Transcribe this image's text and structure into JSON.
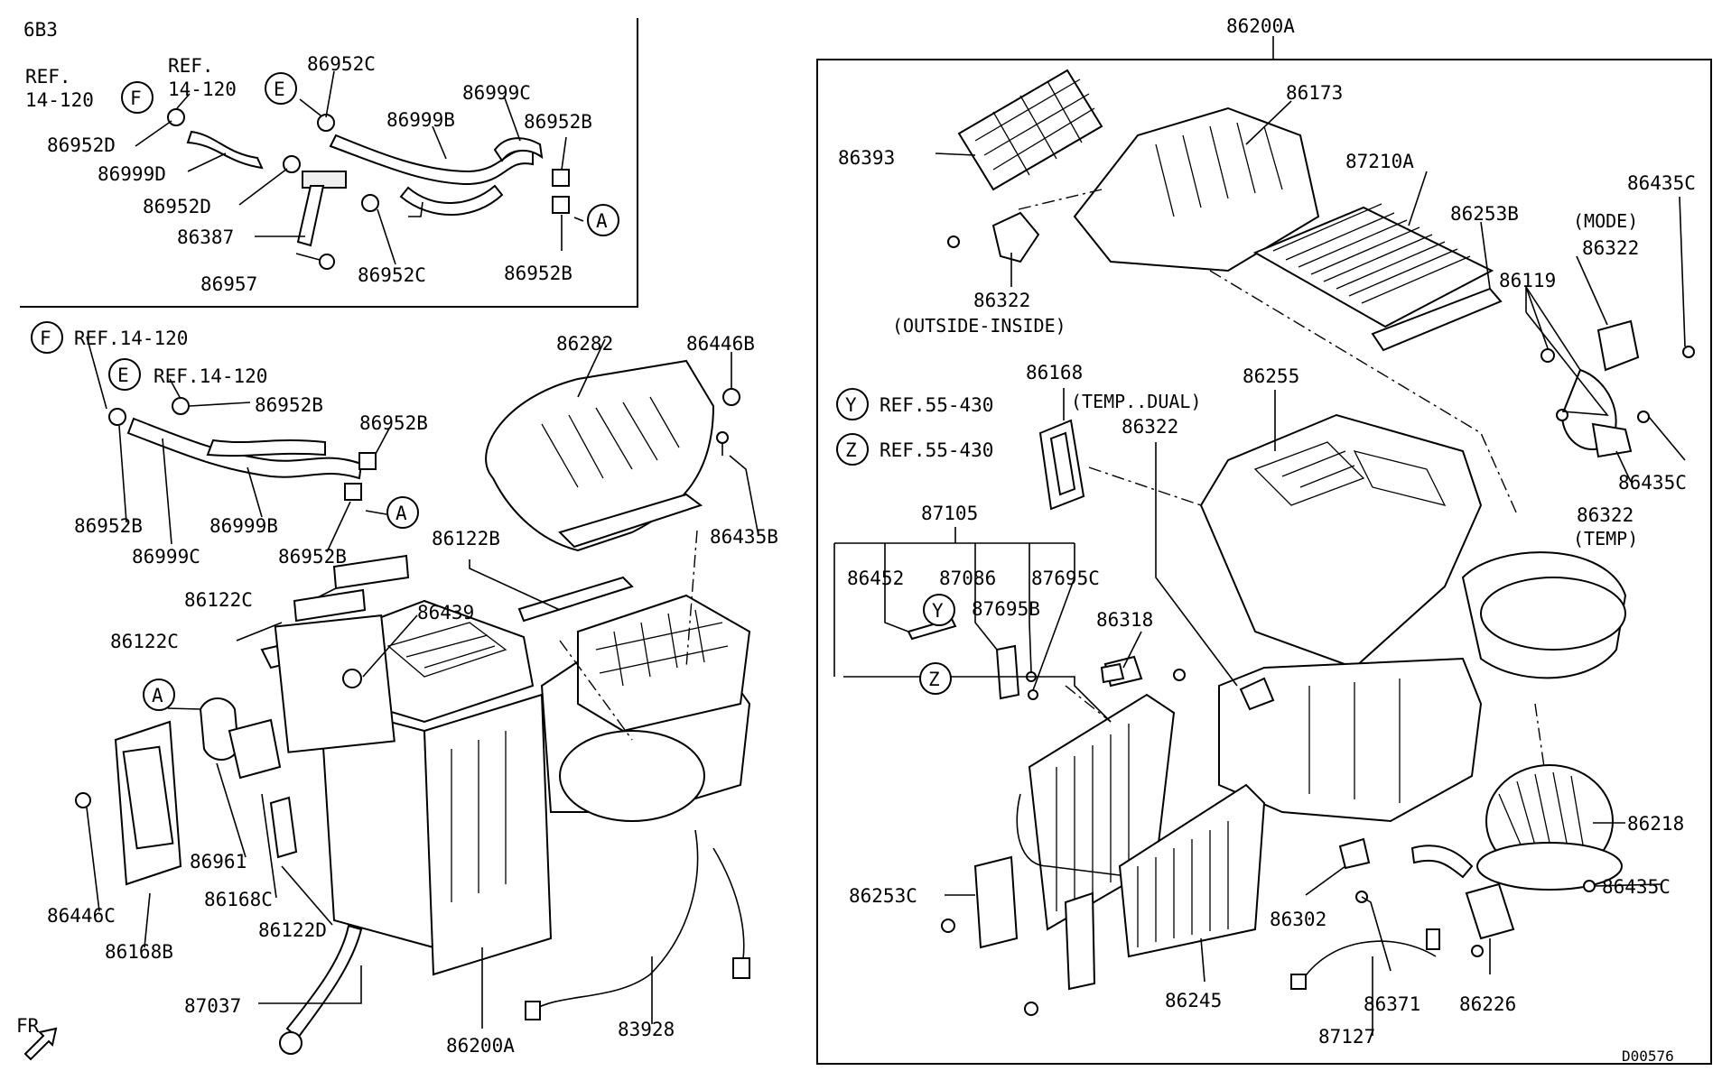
{
  "diagram": {
    "section_code": "6B3",
    "figure_code": "D00576",
    "direction_label": "FR",
    "labels": {
      "l86952C_a": "86952C",
      "ref14120_a": "REF.",
      "ref14120_a2": "14-120",
      "ref14120_b": "REF.",
      "ref14120_b2": "14-120",
      "l86999C_a": "86999C",
      "l86999B_a": "86999B",
      "l86952B_a": "86952B",
      "l86952D_a": "86952D",
      "l86999D": "86999D",
      "l86952D_b": "86952D",
      "l86387": "86387",
      "l86957": "86957",
      "l86952C_b": "86952C",
      "l86952B_b": "86952B",
      "ref_F2": "REF.14-120",
      "ref_E2": "REF.14-120",
      "l86952B_c": "86952B",
      "l86952B_d": "86952B",
      "l86952B_e": "86952B",
      "l86999B_b": "86999B",
      "l86999C_b": "86999C",
      "l86952B_f": "86952B",
      "l86282": "86282",
      "l86446B": "86446B",
      "l86435B": "86435B",
      "l86122B": "86122B",
      "l86122C_a": "86122C",
      "l86122C_b": "86122C",
      "l86439": "86439",
      "l86961": "86961",
      "l86168C": "86168C",
      "l86122D": "86122D",
      "l86446C": "86446C",
      "l86168B": "86168B",
      "l87037": "87037",
      "l86200A_b": "86200A",
      "l83928": "83928",
      "l86200A_a": "86200A",
      "l86173": "86173",
      "l86393": "86393",
      "l87210A": "87210A",
      "l86253B": "86253B",
      "l86435C_a": "86435C",
      "mode": "(MODE)",
      "l86322_mode": "86322",
      "l86119": "86119",
      "l86322_oi": "86322",
      "outside_inside": "(OUTSIDE-INSIDE)",
      "l86168": "86168",
      "temp_dual": "(TEMP..DUAL)",
      "l86255": "86255",
      "l86322_td": "86322",
      "refY": "REF.55-430",
      "refZ": "REF.55-430",
      "l86435C_b": "86435C",
      "l86322_t": "86322",
      "temp": "(TEMP)",
      "l87105": "87105",
      "l86452": "86452",
      "l87086": "87086",
      "l87695C": "87695C",
      "l87695B": "87695B",
      "l86318": "86318",
      "l86218": "86218",
      "l86253C": "86253C",
      "l86302": "86302",
      "l86435C_c": "86435C",
      "l86245": "86245",
      "l86371": "86371",
      "l86226": "86226",
      "l87127": "87127"
    },
    "circles": {
      "F": "F",
      "E": "E",
      "A": "A",
      "Y": "Y",
      "Z": "Z"
    }
  }
}
